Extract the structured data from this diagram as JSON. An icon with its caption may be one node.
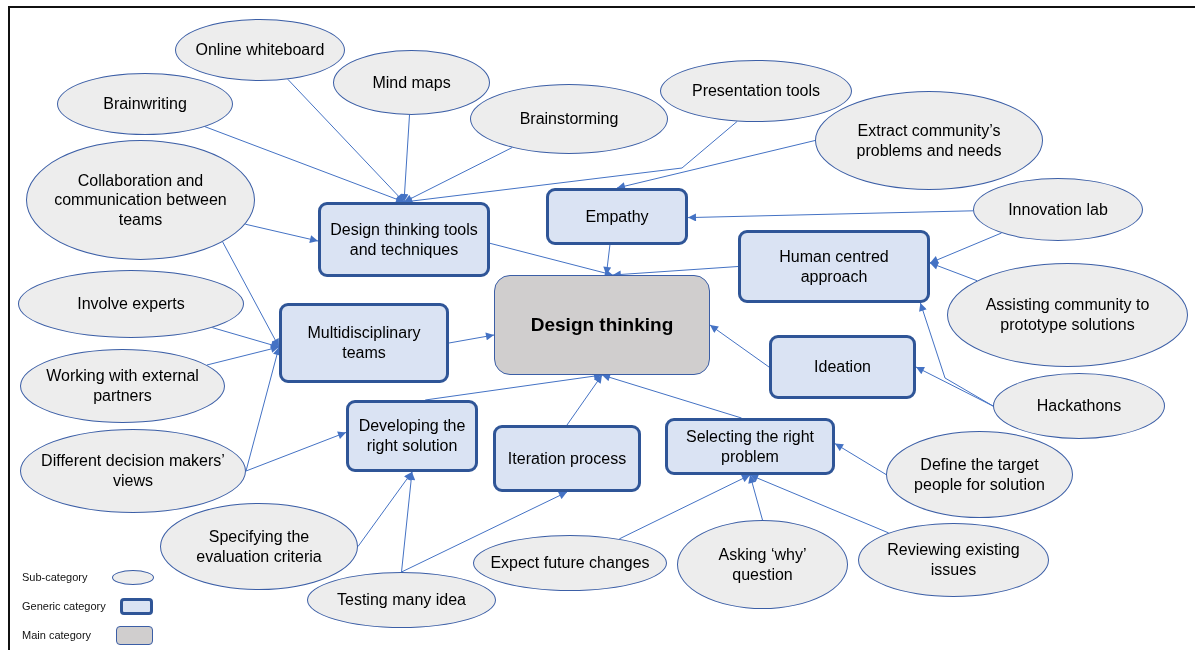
{
  "diagram": {
    "nodes": [
      {
        "text": [
          "Online whiteboard"
        ]
      },
      {
        "text": [
          "Mind maps"
        ]
      },
      {
        "text": [
          "Brainwriting"
        ]
      },
      {
        "text": [
          "Brainstorming"
        ]
      },
      {
        "text": [
          "Presentation tools"
        ]
      },
      {
        "text": [
          "Extract community’s problems and needs"
        ]
      },
      {
        "text": [
          "Collaboration and communication between teams"
        ]
      },
      {
        "text": [
          "Design thinking tools and techniques"
        ]
      },
      {
        "text": [
          "Empathy"
        ]
      },
      {
        "text": [
          "Innovation lab"
        ]
      },
      {
        "text": [
          "Human centred approach"
        ]
      },
      {
        "text": [
          "Involve experts"
        ]
      },
      {
        "text": [
          "Multidisciplinary teams"
        ]
      },
      {
        "text": [
          "Design thinking"
        ]
      },
      {
        "text": [
          "Assisting community to prototype solutions"
        ]
      },
      {
        "text": [
          "Working with external partners"
        ]
      },
      {
        "text": [
          "Ideation"
        ]
      },
      {
        "text": [
          "Hackathons"
        ]
      },
      {
        "text": [
          "Developing the right solution"
        ]
      },
      {
        "text": [
          "Iteration process"
        ]
      },
      {
        "text": [
          "Selecting the right problem"
        ]
      },
      {
        "text": [
          "Different decision makers’ views"
        ]
      },
      {
        "text": [
          "Define the target people for solution"
        ]
      },
      {
        "text": [
          "Specifying the evaluation criteria"
        ]
      },
      {
        "text": [
          "Expect future changes"
        ]
      },
      {
        "text": [
          "Asking ‘why’ question"
        ]
      },
      {
        "text": [
          "Reviewing existing issues"
        ]
      },
      {
        "text": [
          "Testing many idea"
        ]
      }
    ],
    "edges": [
      {
        "from": 2,
        "to": 7,
        "arrow": "to"
      },
      {
        "from": 0,
        "to": 7,
        "arrow": "to"
      },
      {
        "from": 1,
        "to": 7,
        "arrow": "to"
      },
      {
        "from": 3,
        "to": 7,
        "arrow": "to"
      },
      {
        "from": 4,
        "to": 7,
        "arrow": "to"
      },
      {
        "from": 6,
        "to": 7,
        "arrow": "to"
      },
      {
        "from": 6,
        "to": 12,
        "arrow": "to"
      },
      {
        "from": 11,
        "to": 12,
        "arrow": "to"
      },
      {
        "from": 15,
        "to": 12,
        "arrow": "to"
      },
      {
        "from": 21,
        "to": 12,
        "arrow": "to"
      },
      {
        "from": 21,
        "to": 18,
        "arrow": "to"
      },
      {
        "from": 7,
        "to": 13,
        "arrow": "to"
      },
      {
        "from": 5,
        "to": 8,
        "arrow": "to"
      },
      {
        "from": 9,
        "to": 8,
        "arrow": "to"
      },
      {
        "from": 8,
        "to": 13,
        "arrow": "to"
      },
      {
        "from": 10,
        "to": 13,
        "arrow": "to"
      },
      {
        "from": 9,
        "to": 10,
        "arrow": "to"
      },
      {
        "from": 14,
        "to": 10,
        "arrow": "to"
      },
      {
        "from": 17,
        "to": 10,
        "arrow": "to"
      },
      {
        "from": 17,
        "to": 16,
        "arrow": "to"
      },
      {
        "from": 16,
        "to": 13,
        "arrow": "to"
      },
      {
        "from": 12,
        "to": 13,
        "arrow": "to"
      },
      {
        "from": 18,
        "to": 13,
        "arrow": "to"
      },
      {
        "from": 19,
        "to": 13,
        "arrow": "to"
      },
      {
        "from": 20,
        "to": 13,
        "arrow": "to"
      },
      {
        "from": 22,
        "to": 20,
        "arrow": "to"
      },
      {
        "from": 24,
        "to": 20,
        "arrow": "to"
      },
      {
        "from": 25,
        "to": 20,
        "arrow": "to"
      },
      {
        "from": 26,
        "to": 20,
        "arrow": "to"
      },
      {
        "from": 23,
        "to": 18,
        "arrow": "to"
      },
      {
        "from": 27,
        "to": 18,
        "arrow": "to"
      },
      {
        "from": 27,
        "to": 19,
        "arrow": "to"
      }
    ],
    "legend": [
      {
        "text": "Sub-category"
      },
      {
        "text": "Generic category"
      },
      {
        "text": "Main category"
      }
    ]
  }
}
